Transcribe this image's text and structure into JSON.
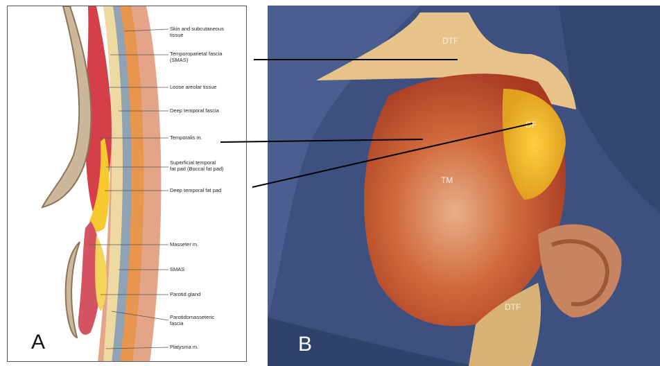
{
  "panel_a": {
    "letter": "A",
    "labels": [
      "Skin and subcutaneous\ntissue",
      "Temporoparietal fascia\n(SMAS)",
      "Loose areolar tissue",
      "Deep temporal fascia",
      "Temporalis m.",
      "Superficial temporal\nfat pad (Buccal fat pad)",
      "Deep temporal fat pad",
      "Masseter m.",
      "SMAS",
      "Parotid gland",
      "Parotidomasseteric\nfascia",
      "Platysma m."
    ]
  },
  "panel_b": {
    "letter": "B",
    "labels": [
      "DTF",
      "DF",
      "TM",
      "DTF"
    ]
  },
  "colors": {
    "drape_blue": "#3d5080",
    "muscle_red": "#c85a3a",
    "fat_yellow": "#f2b322",
    "fascia_cream": "#e8d49a",
    "bone": "#c9b79a",
    "connector": "#000000"
  }
}
